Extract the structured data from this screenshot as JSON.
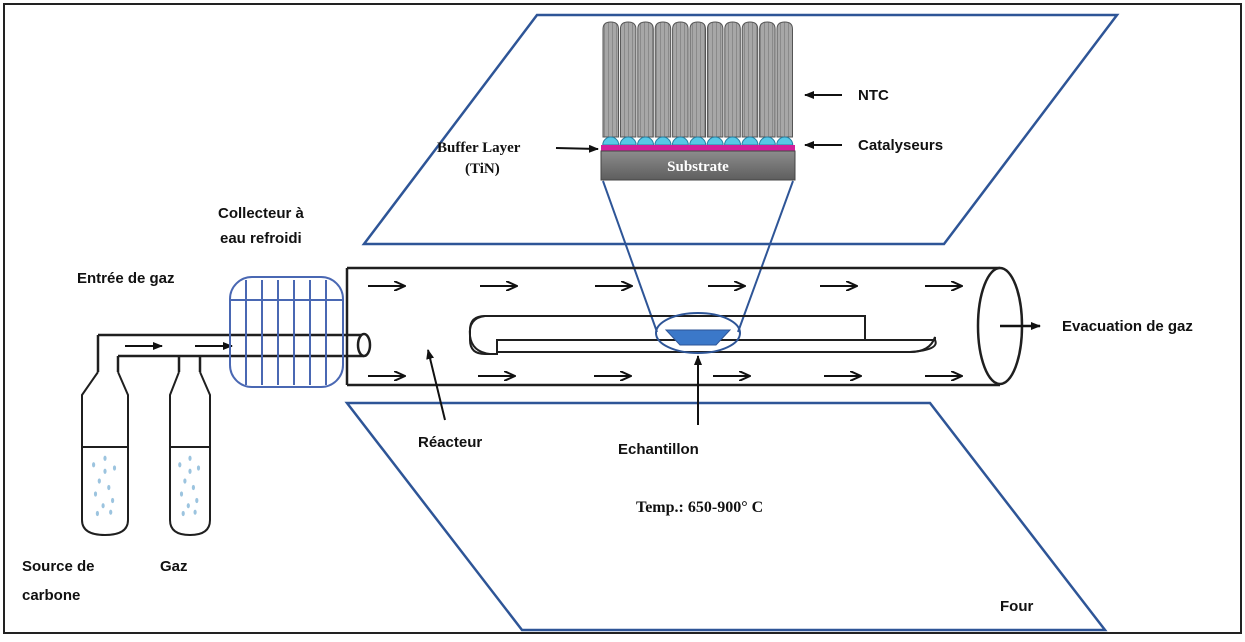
{
  "labels": {
    "ntc": "NTC",
    "catalyseurs": "Catalyseurs",
    "buffer_layer_line1": "Buffer Layer",
    "buffer_layer_line2": "(TiN)",
    "substrate": "Substrate",
    "collecteur_line1": "Collecteur à",
    "collecteur_line2": "eau refroidi",
    "entree_gaz": "Entrée de gaz",
    "evacuation_gaz": "Evacuation de gaz",
    "reacteur": "Réacteur",
    "echantillon": "Echantillon",
    "temperature": "Temp.: 650-900° C",
    "source_carbone_line1": "Source de",
    "source_carbone_line2": "carbone",
    "gaz": "Gaz",
    "four": "Four"
  },
  "colors": {
    "outline": "#1f1f1f",
    "frame_blue": "#2e5597",
    "coil_blue": "#4a68b3",
    "sample_blue": "#3b78c9",
    "catalyst_cyan": "#57c8e6",
    "buffer_magenta": "#d21f9b",
    "substrate_gray": "#7a7a7a",
    "nanotube_gray": "#9e9e9e"
  }
}
